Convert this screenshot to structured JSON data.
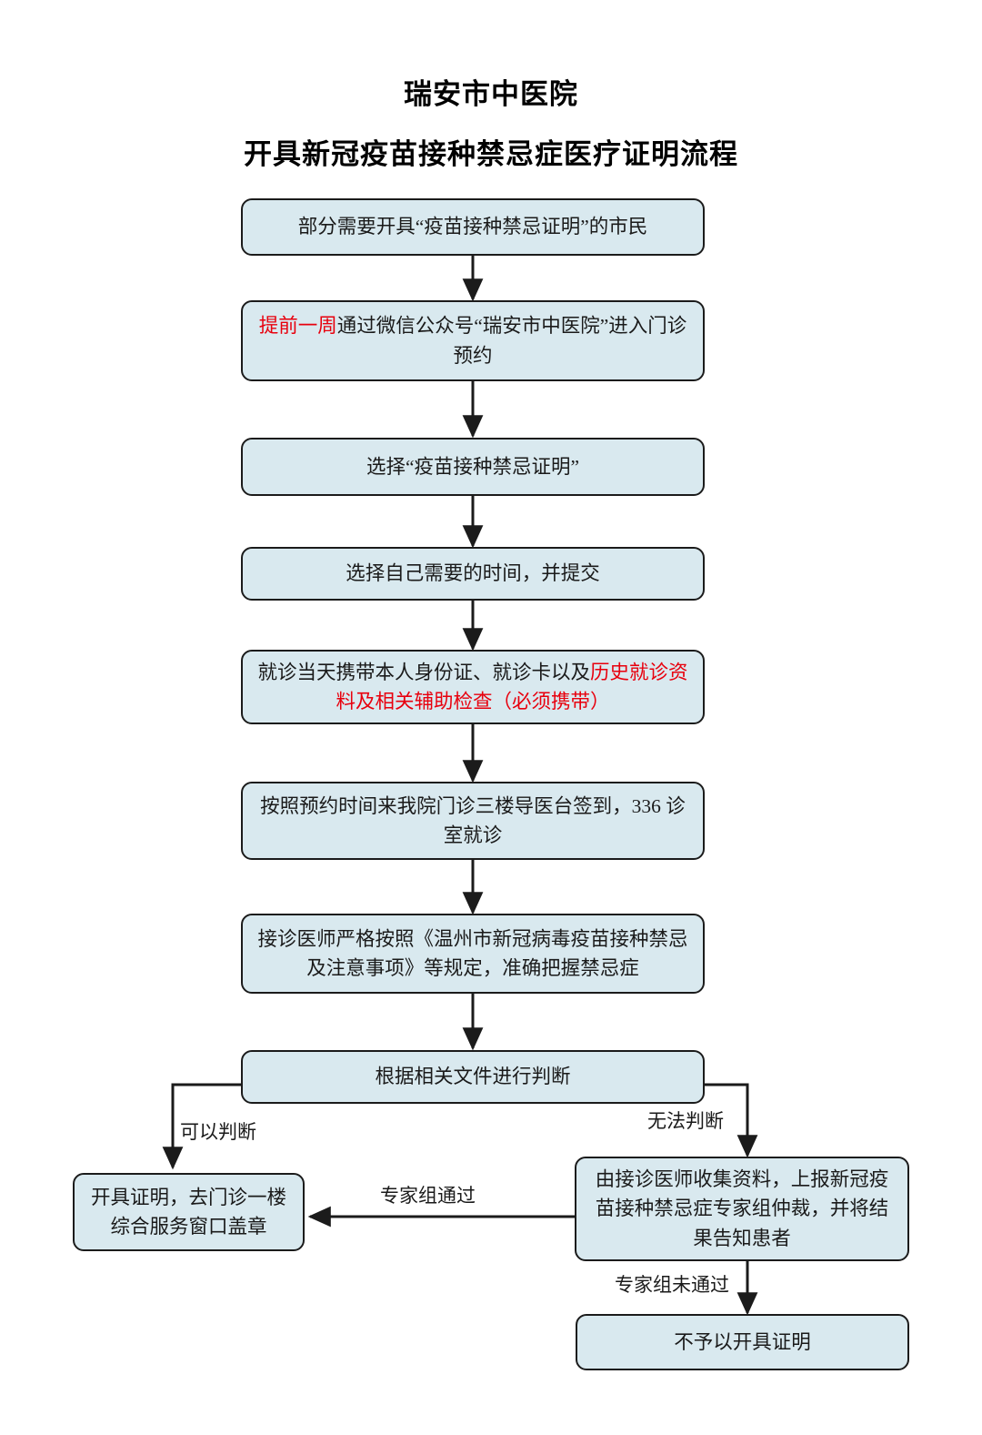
{
  "document": {
    "title_main": "瑞安市中医院",
    "title_sub": "开具新冠疫苗接种禁忌症医疗证明流程"
  },
  "colors": {
    "node_fill": "#d9e9ef",
    "node_border": "#1b1b1b",
    "highlight_text": "#e8000d",
    "body_text": "#1a1a1a",
    "page_background": "#ffffff"
  },
  "flowchart": {
    "type": "flowchart",
    "orientation": "top-to-bottom",
    "nodes": [
      {
        "id": "n1",
        "label": "部分需要开具“疫苗接种禁忌证明”的市民"
      },
      {
        "id": "n2",
        "label_red": "提前一周",
        "label_rest": "通过微信公众号“瑞安市中医院”进入门诊预约"
      },
      {
        "id": "n3",
        "label": "选择“疫苗接种禁忌证明”"
      },
      {
        "id": "n4",
        "label": "选择自己需要的时间，并提交"
      },
      {
        "id": "n5",
        "label_black": "就诊当天携带本人身份证、就诊卡以及",
        "label_red": "历史就诊资料及相关辅助检查（必须携带）"
      },
      {
        "id": "n6",
        "label": "按照预约时间来我院门诊三楼导医台签到，336 诊室就诊"
      },
      {
        "id": "n7",
        "label": "接诊医师严格按照《温州市新冠病毒疫苗接种禁忌及注意事项》等规定，准确把握禁忌症"
      },
      {
        "id": "n8",
        "label": "根据相关文件进行判断"
      },
      {
        "id": "n9",
        "label": "开具证明，去门诊一楼综合服务窗口盖章"
      },
      {
        "id": "n10",
        "label": "由接诊医师收集资料，上报新冠疫苗接种禁忌症专家组仲裁，并将结果告知患者"
      },
      {
        "id": "n11",
        "label": "不予以开具证明"
      }
    ],
    "edges": [
      {
        "from": "n1",
        "to": "n2",
        "label": ""
      },
      {
        "from": "n2",
        "to": "n3",
        "label": ""
      },
      {
        "from": "n3",
        "to": "n4",
        "label": ""
      },
      {
        "from": "n4",
        "to": "n5",
        "label": ""
      },
      {
        "from": "n5",
        "to": "n6",
        "label": ""
      },
      {
        "from": "n6",
        "to": "n7",
        "label": ""
      },
      {
        "from": "n7",
        "to": "n8",
        "label": ""
      },
      {
        "from": "n8",
        "to": "n9",
        "label": "可以判断"
      },
      {
        "from": "n8",
        "to": "n10",
        "label": "无法判断"
      },
      {
        "from": "n10",
        "to": "n9",
        "label": "专家组通过"
      },
      {
        "from": "n10",
        "to": "n11",
        "label": "专家组未通过"
      }
    ],
    "edge_labels": {
      "can_judge": "可以判断",
      "cannot_judge": "无法判断",
      "panel_approved": "专家组通过",
      "panel_rejected": "专家组未通过"
    }
  }
}
